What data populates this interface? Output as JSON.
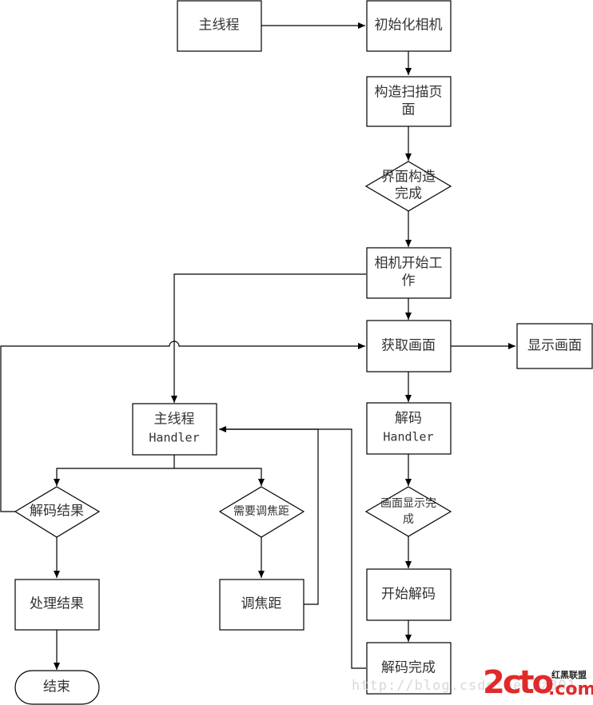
{
  "diagram": {
    "type": "flowchart",
    "nodes": {
      "main_thread": {
        "label": "主线程",
        "shape": "rect"
      },
      "init_camera": {
        "label": "初始化相机",
        "shape": "rect"
      },
      "build_scan_page": {
        "label_line1": "构造扫描页",
        "label_line2": "面",
        "shape": "rect"
      },
      "ui_built": {
        "label_line1": "界面构造",
        "label_line2": "完成",
        "shape": "diamond"
      },
      "camera_start": {
        "label_line1": "相机开始工",
        "label_line2": "作",
        "shape": "rect"
      },
      "get_frame": {
        "label": "获取画面",
        "shape": "rect"
      },
      "show_frame": {
        "label": "显示画面",
        "shape": "rect"
      },
      "main_handler": {
        "label_line1": "主线程",
        "label_line2": "Handler",
        "shape": "rect"
      },
      "decode_handler": {
        "label_line1": "解码",
        "label_line2": "Handler",
        "shape": "rect"
      },
      "decode_result": {
        "label": "解码结果",
        "shape": "diamond"
      },
      "need_focus": {
        "label": "需要调焦距",
        "shape": "diamond"
      },
      "frame_shown": {
        "label_line1": "画面显示完",
        "label_line2": "成",
        "shape": "diamond"
      },
      "process_result": {
        "label": "处理结果",
        "shape": "rect"
      },
      "adjust_focus": {
        "label": "调焦距",
        "shape": "rect"
      },
      "start_decode": {
        "label": "开始解码",
        "shape": "rect"
      },
      "decode_done": {
        "label": "解码完成",
        "shape": "rect"
      },
      "end": {
        "label": "结束",
        "shape": "terminator"
      }
    },
    "edges": [
      {
        "from": "main_thread",
        "to": "init_camera"
      },
      {
        "from": "init_camera",
        "to": "build_scan_page"
      },
      {
        "from": "build_scan_page",
        "to": "ui_built"
      },
      {
        "from": "ui_built",
        "to": "camera_start"
      },
      {
        "from": "camera_start",
        "to": "get_frame"
      },
      {
        "from": "camera_start",
        "to": "main_handler"
      },
      {
        "from": "get_frame",
        "to": "show_frame"
      },
      {
        "from": "get_frame",
        "to": "decode_handler"
      },
      {
        "from": "decode_handler",
        "to": "frame_shown"
      },
      {
        "from": "frame_shown",
        "to": "start_decode"
      },
      {
        "from": "start_decode",
        "to": "decode_done"
      },
      {
        "from": "decode_done",
        "to": "main_handler"
      },
      {
        "from": "main_handler",
        "to": "decode_result"
      },
      {
        "from": "main_handler",
        "to": "need_focus"
      },
      {
        "from": "decode_result",
        "to": "get_frame"
      },
      {
        "from": "decode_result",
        "to": "process_result"
      },
      {
        "from": "process_result",
        "to": "end"
      },
      {
        "from": "need_focus",
        "to": "adjust_focus"
      },
      {
        "from": "adjust_focus",
        "to": "main_handler"
      }
    ]
  },
  "watermark": {
    "url_text": "http://blog.csdn.net/z301",
    "logo_main": "2cto",
    "logo_sub": "红黑联盟",
    "logo_com": ".com",
    "logo_color": "#e02a2a"
  }
}
